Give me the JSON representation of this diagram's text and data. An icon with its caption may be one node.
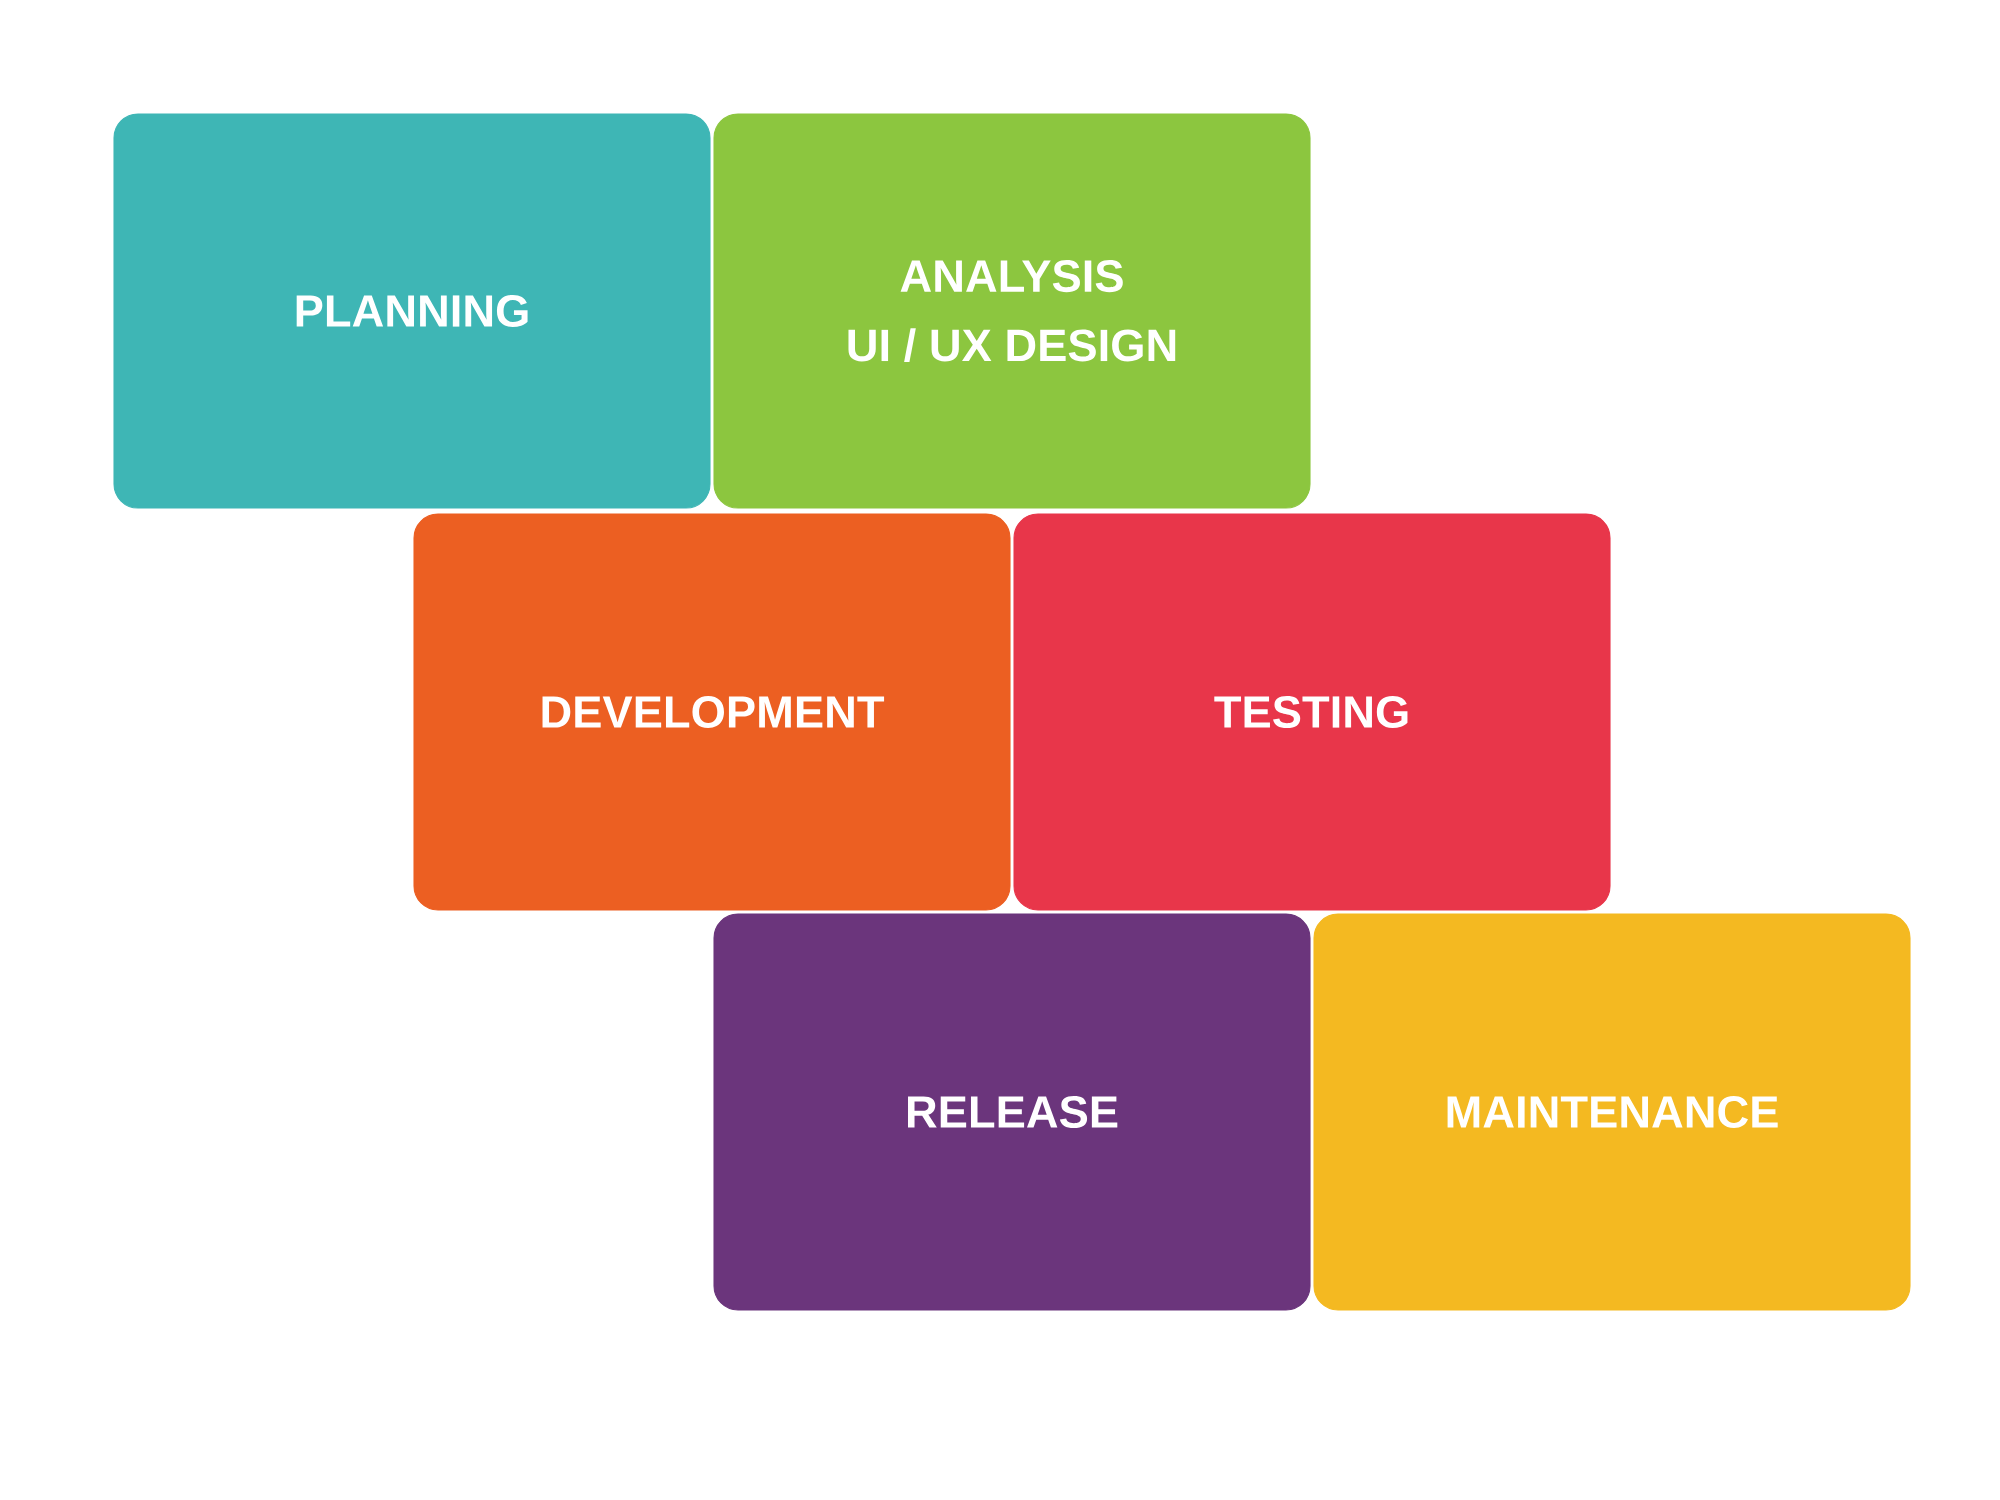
{
  "diagram": {
    "nodes": [
      {
        "text": [
          "PLANNING"
        ]
      },
      {
        "text": [
          "ANALYSIS",
          "UI / UX DESIGN"
        ]
      },
      {
        "text": [
          "DEVELOPMENT"
        ]
      },
      {
        "text": [
          "TESTING"
        ]
      },
      {
        "text": [
          "RELEASE"
        ]
      },
      {
        "text": [
          "MAINTENANCE"
        ]
      }
    ]
  }
}
